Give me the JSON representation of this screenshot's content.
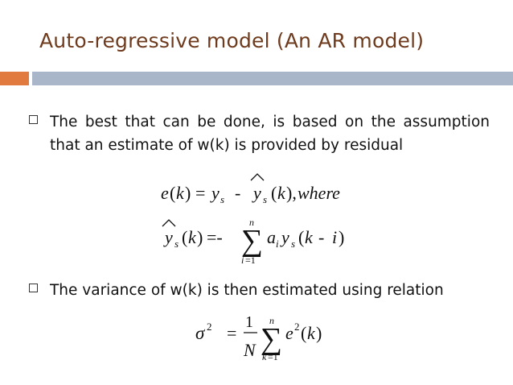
{
  "slide": {
    "title": "Auto-regressive model (An AR model)",
    "bullets": [
      {
        "text": "The best that can be done, is based on the assumption that an estimate of w(k) is provided by residual"
      },
      {
        "text": "The variance of w(k) is then estimated using relation"
      }
    ]
  },
  "colors": {
    "title": "#6e3b1e",
    "accent_orange": "#e07a3e",
    "accent_blue": "#a9b6c9"
  }
}
